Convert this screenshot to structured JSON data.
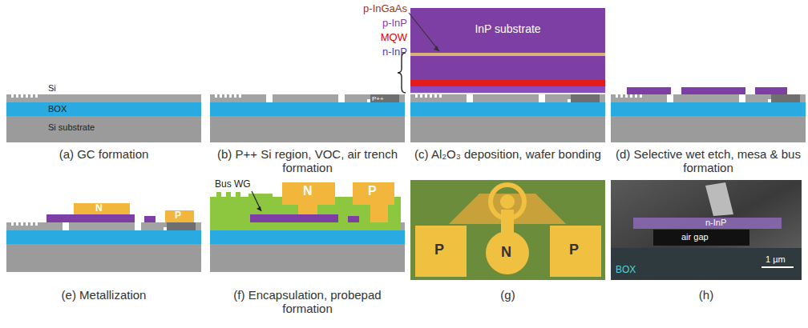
{
  "diagram": {
    "labels": [
      "p-InGaAs",
      "p-InP",
      "MQW",
      "n-InP",
      "InP substrate",
      "Si",
      "BOX",
      "Si substrate",
      "P++",
      "(a) GC formation",
      "(b) P++ Si region, VOC, air trench formation",
      "(c) Al₂O₃ deposition, wafer bonding",
      "(d) Selective wet etch, mesa & bus formation",
      "(e) Metallization",
      "(f) Encapsulation, probepad formation",
      "(g)",
      "(h)",
      "N",
      "P",
      "Bus WG",
      "N",
      "P",
      "P",
      "N",
      "P",
      "n-InP",
      "air gap",
      "BOX",
      "1 µm"
    ]
  }
}
